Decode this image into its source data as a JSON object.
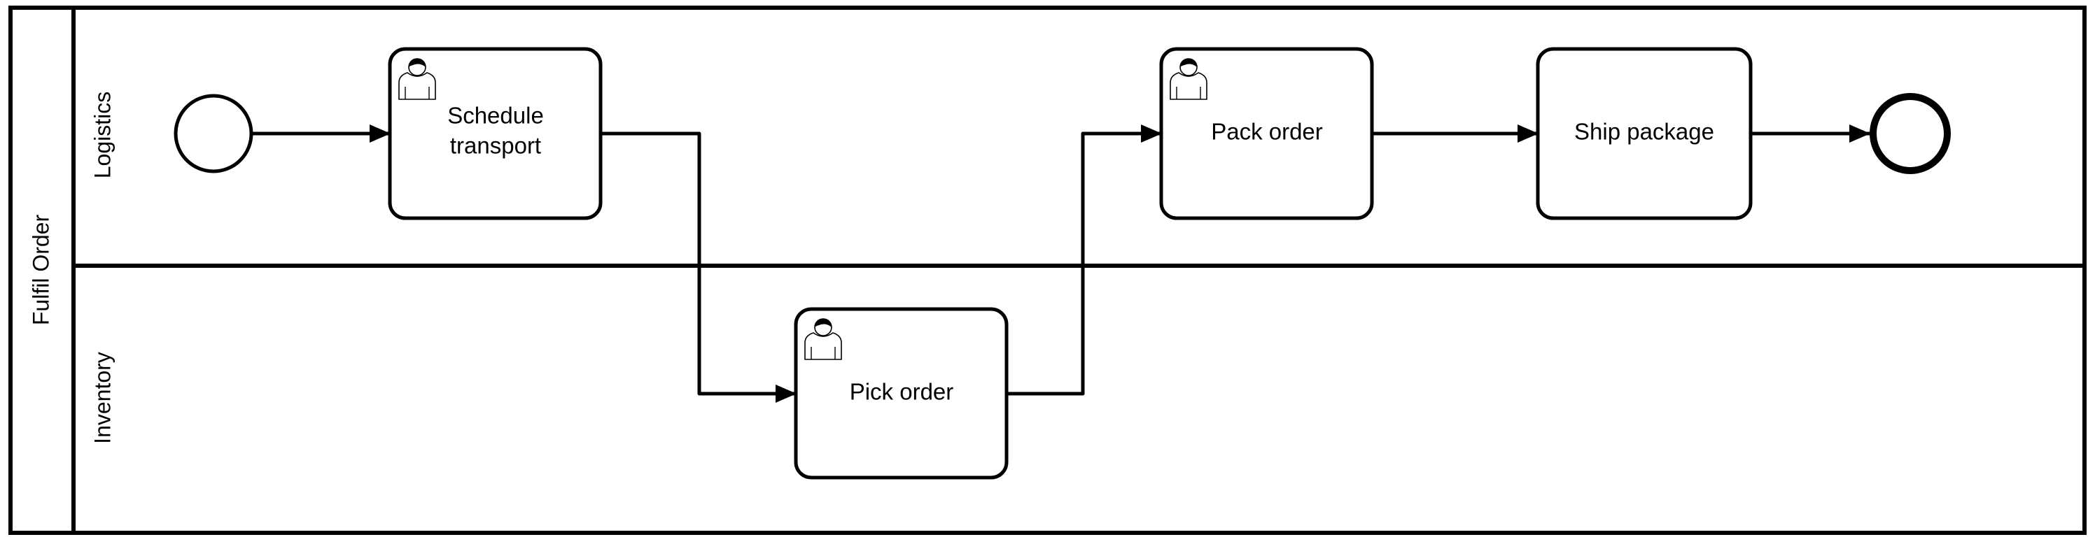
{
  "pool": {
    "name": "Fulfil Order",
    "lanes": [
      {
        "name": "Logistics"
      },
      {
        "name": "Inventory"
      }
    ]
  },
  "events": {
    "start": {
      "type": "start-event"
    },
    "end": {
      "type": "end-event"
    }
  },
  "tasks": [
    {
      "type": "user-task",
      "lane": "Logistics",
      "label_lines": [
        "Schedule",
        "transport"
      ]
    },
    {
      "type": "user-task",
      "lane": "Inventory",
      "label": "Pick order"
    },
    {
      "type": "user-task",
      "lane": "Logistics",
      "label": "Pack order"
    },
    {
      "type": "task",
      "lane": "Logistics",
      "label": "Ship package"
    }
  ],
  "flows": [
    [
      "start",
      "Schedule transport"
    ],
    [
      "Schedule transport",
      "Pick order"
    ],
    [
      "Pick order",
      "Pack order"
    ],
    [
      "Pack order",
      "Ship package"
    ],
    [
      "Ship package",
      "end"
    ]
  ],
  "colors": {
    "stroke": "#000000",
    "fill": "#ffffff"
  }
}
